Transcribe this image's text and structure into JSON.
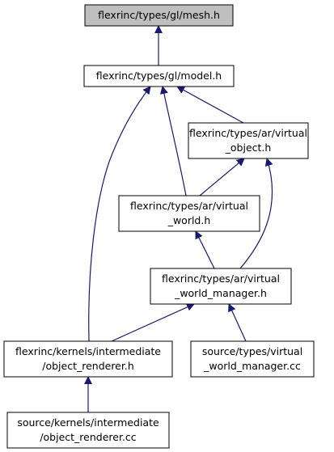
{
  "colors": {
    "root_fill": "#bfbfbf",
    "node_fill": "#ffffff",
    "border": "#000000",
    "edge": "#191970"
  },
  "nodes": [
    {
      "id": "mesh",
      "lines": [
        "flexrinc/types/gl/mesh.h"
      ],
      "root": true
    },
    {
      "id": "model",
      "lines": [
        "flexrinc/types/gl/model.h"
      ]
    },
    {
      "id": "virtual_object",
      "lines": [
        "flexrinc/types/ar/virtual",
        "_object.h"
      ]
    },
    {
      "id": "virtual_world",
      "lines": [
        "flexrinc/types/ar/virtual",
        "_world.h"
      ]
    },
    {
      "id": "virtual_world_manager",
      "lines": [
        "flexrinc/types/ar/virtual",
        "_world_manager.h"
      ]
    },
    {
      "id": "object_renderer_h",
      "lines": [
        "flexrinc/kernels/intermediate",
        "/object_renderer.h"
      ]
    },
    {
      "id": "virtual_world_manager_cc",
      "lines": [
        "source/types/virtual",
        "_world_manager.cc"
      ]
    },
    {
      "id": "object_renderer_cc",
      "lines": [
        "source/kernels/intermediate",
        "/object_renderer.cc"
      ]
    }
  ],
  "edges": [
    {
      "from": "model",
      "to": "mesh"
    },
    {
      "from": "virtual_object",
      "to": "model"
    },
    {
      "from": "virtual_world",
      "to": "model"
    },
    {
      "from": "object_renderer_h",
      "to": "model"
    },
    {
      "from": "virtual_world",
      "to": "virtual_object"
    },
    {
      "from": "virtual_world_manager",
      "to": "virtual_object"
    },
    {
      "from": "virtual_world_manager",
      "to": "virtual_world"
    },
    {
      "from": "object_renderer_h",
      "to": "virtual_world_manager"
    },
    {
      "from": "virtual_world_manager_cc",
      "to": "virtual_world_manager"
    },
    {
      "from": "object_renderer_cc",
      "to": "object_renderer_h"
    }
  ]
}
